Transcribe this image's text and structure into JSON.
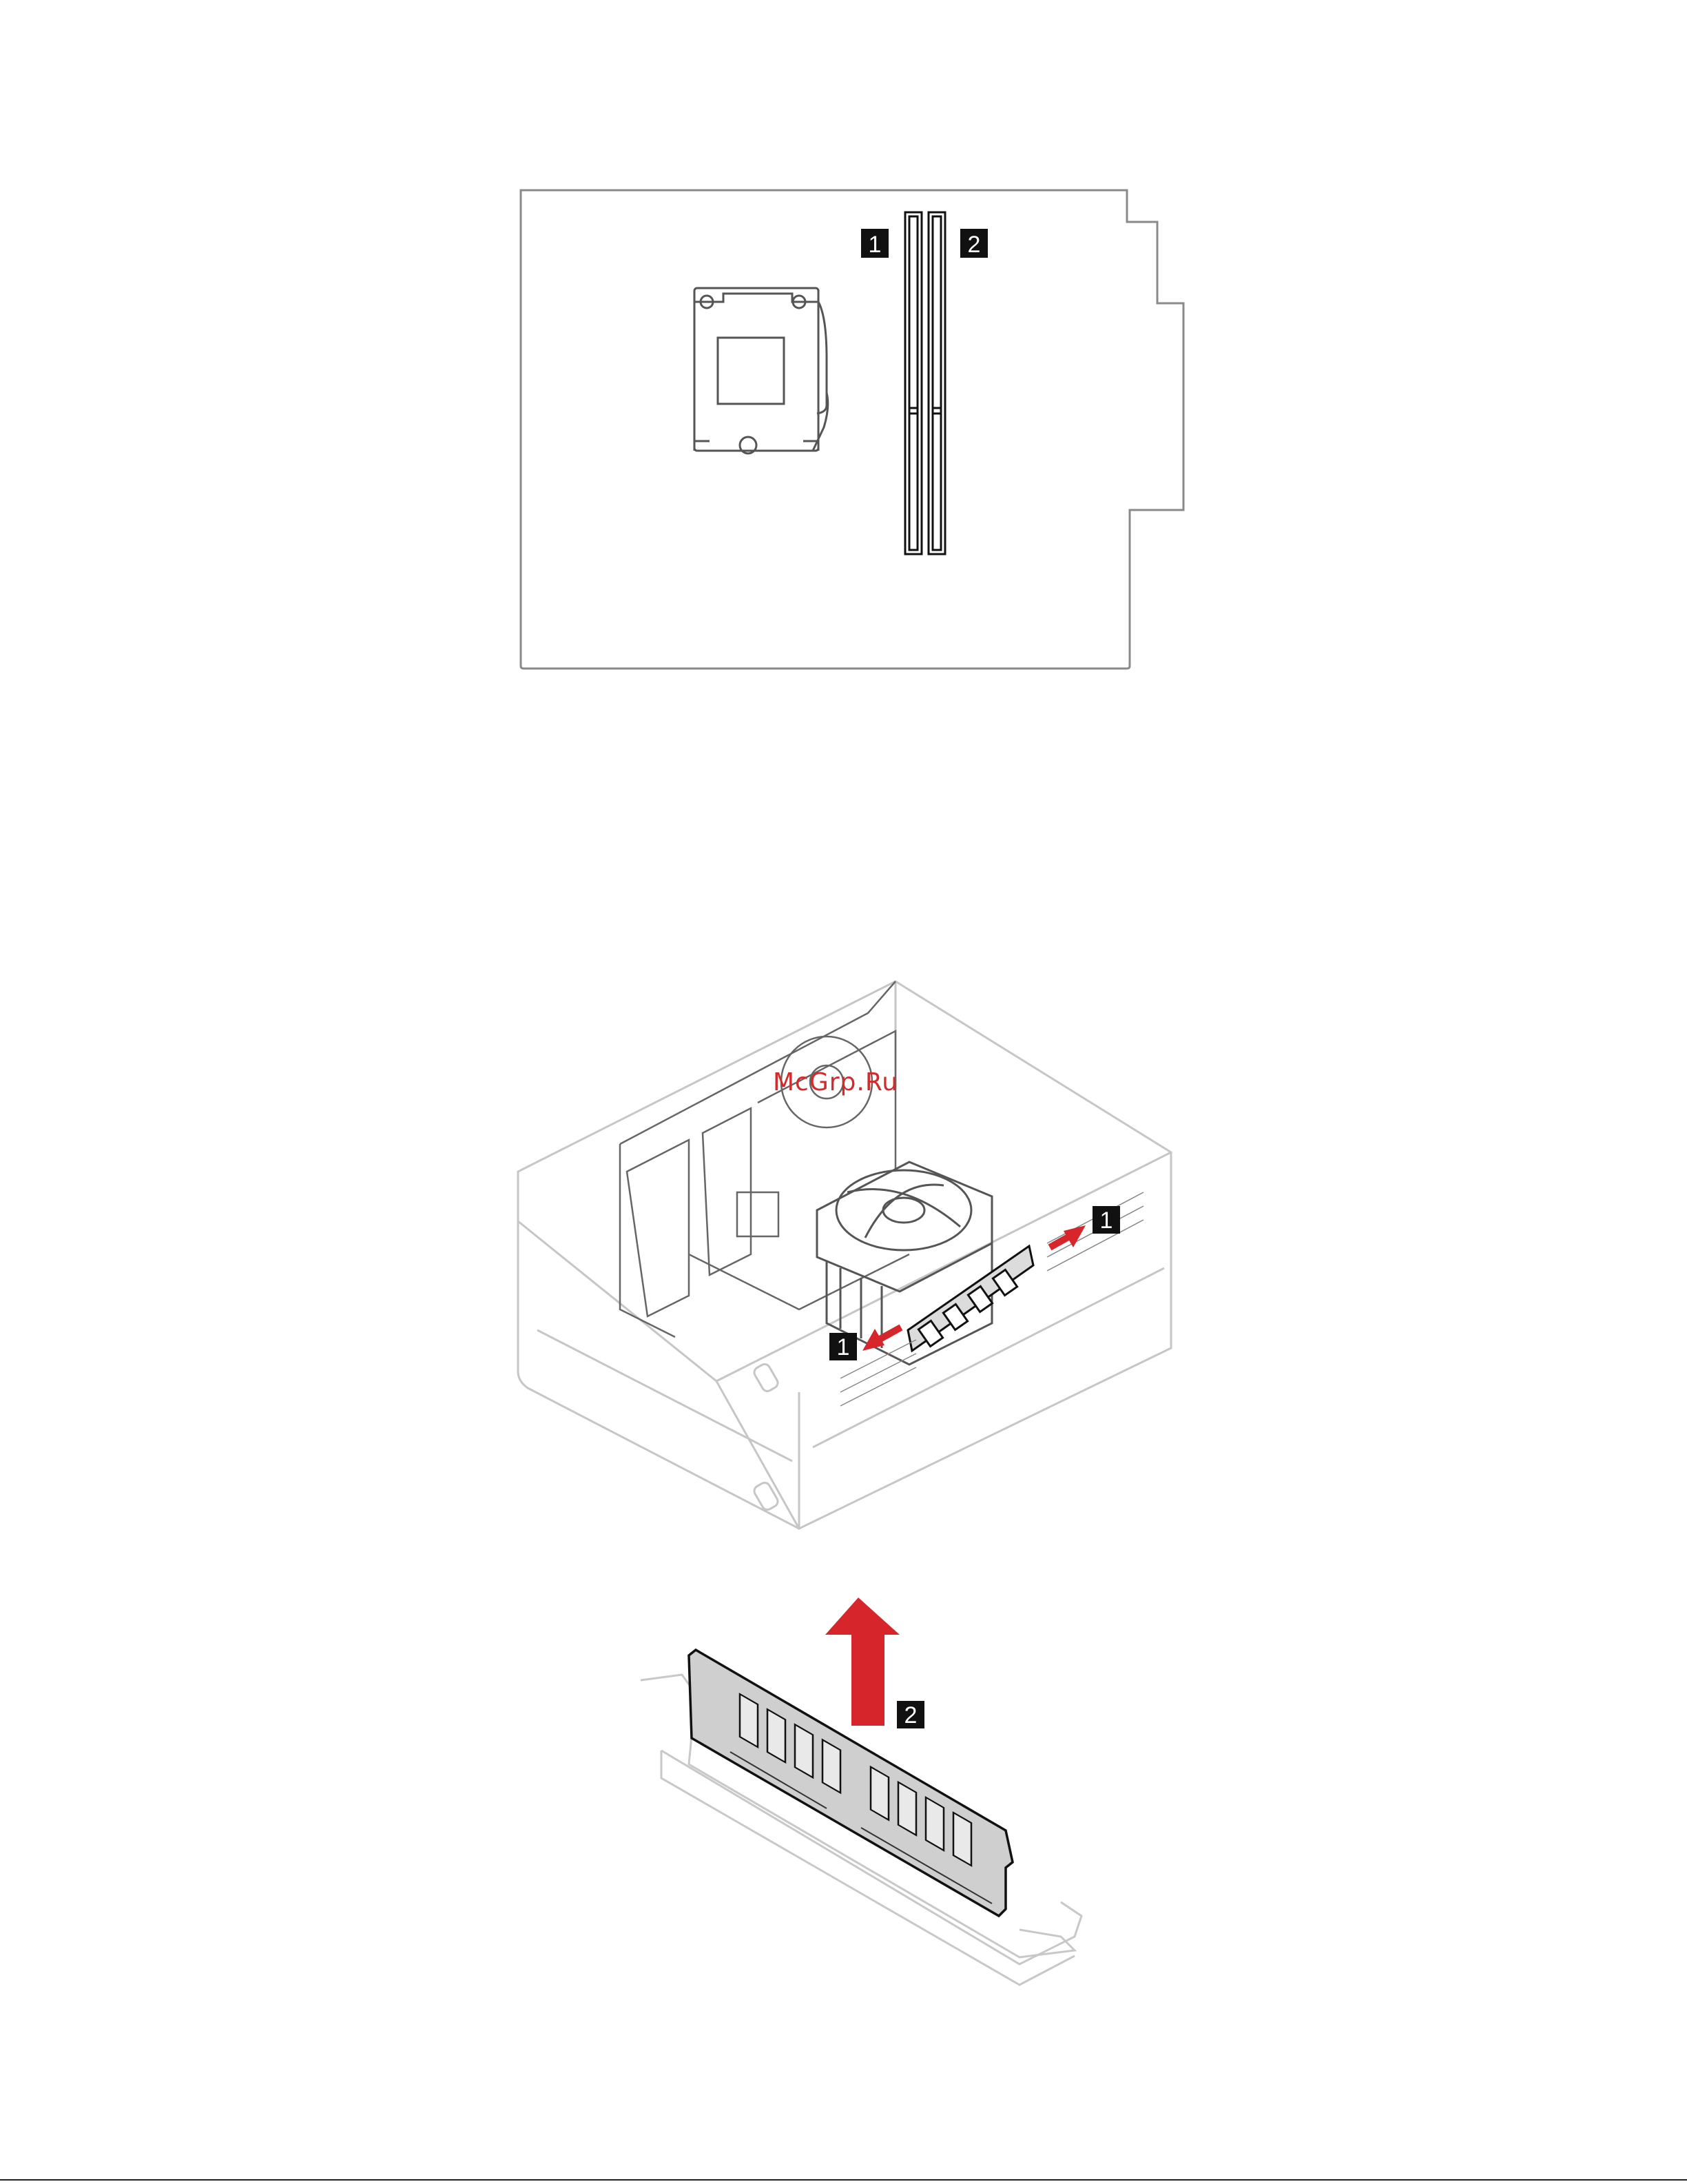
{
  "figure_top": {
    "callout_1": "1",
    "callout_2": "2"
  },
  "figure_middle": {
    "watermark": "McGrp.Ru",
    "callout_left": "1",
    "callout_right": "1"
  },
  "figure_bottom": {
    "callout": "2"
  },
  "colors": {
    "callout_bg": "#111111",
    "arrow": "#d7262b",
    "line": "#555555",
    "faint_line": "#c8c8c8",
    "module_fill": "#cfcfcf"
  }
}
